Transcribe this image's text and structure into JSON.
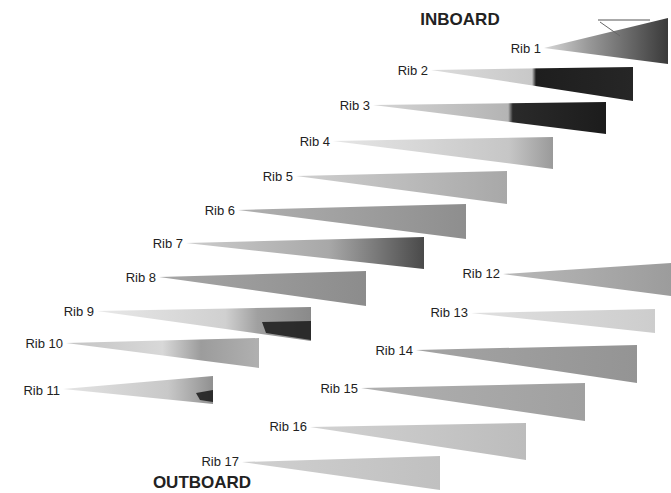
{
  "diagram": {
    "labels": [
      "INBOARD",
      "Rib 1",
      "Rib 2",
      "Rib 3",
      "Rib 4",
      "Rib 5",
      "Rib 6",
      "Rib 7",
      "Rib 8",
      "Rib 9",
      "Rib 10",
      "Rib 11",
      "Rib 12",
      "Rib 13",
      "Rib 14",
      "Rib 15",
      "Rib 16",
      "Rib 17",
      "OUTBOARD"
    ]
  }
}
